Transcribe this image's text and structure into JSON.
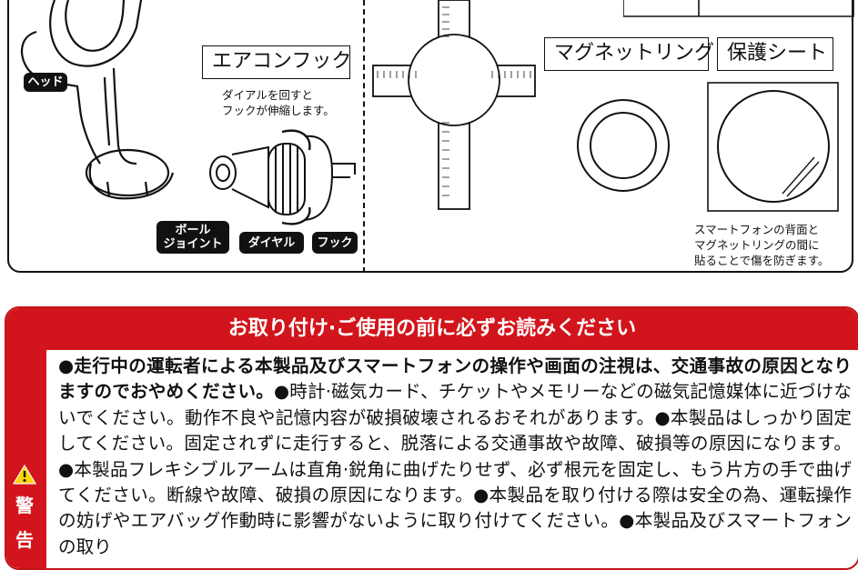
{
  "parts": {
    "head_tag": "ヘッド",
    "aircon_hook": {
      "title": "エアコンフック",
      "note_lines": [
        "ダイアルを回すと",
        "フックが伸縮します。"
      ],
      "tags": {
        "ball_joint_lines": [
          "ボール",
          "ジョイント"
        ],
        "dial": "ダイヤル",
        "hook": "フック"
      }
    },
    "magnet_ring": {
      "title": "マグネットリング"
    },
    "protect_sheet": {
      "title": "保護シート",
      "note_lines": [
        "スマートフォンの背面と",
        "マグネットリングの間に",
        "貼ることで傷を防ぎます。"
      ]
    }
  },
  "warning": {
    "header": "お取り付け·ご使用の前に必ずお読みください",
    "side_label": [
      "警",
      "告"
    ],
    "body_bold": "●走行中の運転者による本製品及びスマートフォンの操作や画面の注視は、交通事故の原因となりますのでおやめください。",
    "body_normal": "●時計·磁気カード、チケットやメモリーなどの磁気記憶媒体に近づけないでください。動作不良や記憶内容が破損破壊されるおそれがあります。●本製品はしっかり固定してください。固定されずに走行すると、脱落による交通事故や故障、破損等の原因になります。●本製品フレキシブルアームは直角·鋭角に曲げたりせず、必ず根元を固定し、もう片方の手で曲げてください。断線や故障、破損の原因になります。●本製品を取り付ける際は安全の為、運転操作の妨げやエアバッグ作動時に影響がないように取り付けてください。●本製品及びスマートフォンの取り"
  },
  "colors": {
    "warning_red": "#d2151c",
    "ink": "#111111"
  },
  "icons": [
    "warning-triangle-icon"
  ]
}
